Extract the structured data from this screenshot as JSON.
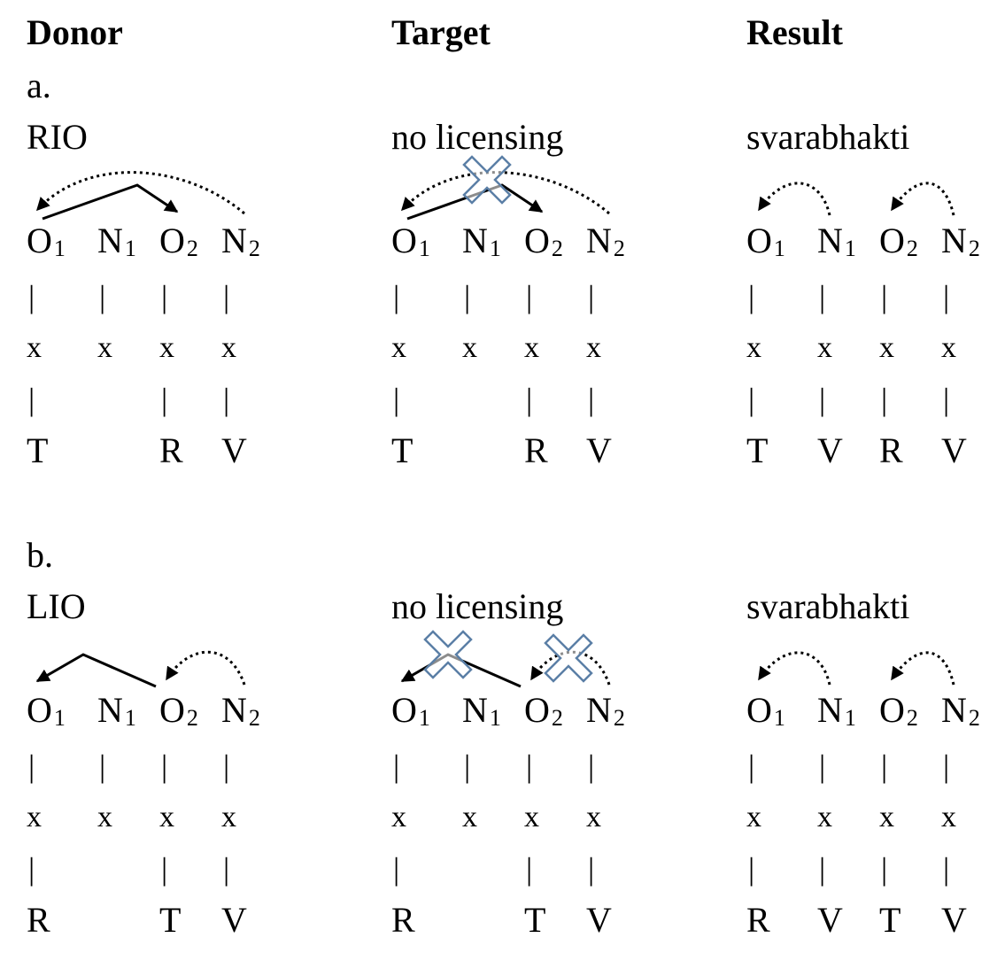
{
  "headers": {
    "donor": "Donor",
    "target": "Target",
    "result": "Result"
  },
  "sections": [
    {
      "letter": "a.",
      "donor": {
        "label": "RIO",
        "segments": [
          "T",
          "",
          "R",
          "V"
        ],
        "lines": [
          true,
          false,
          true,
          true
        ]
      },
      "target": {
        "label": "no licensing",
        "segments": [
          "T",
          "",
          "R",
          "V"
        ],
        "lines": [
          true,
          false,
          true,
          true
        ]
      },
      "result": {
        "label": "svarabhakti",
        "segments": [
          "T",
          "V",
          "R",
          "V"
        ],
        "lines": [
          true,
          true,
          true,
          true
        ]
      }
    },
    {
      "letter": "b.",
      "donor": {
        "label": "LIO",
        "segments": [
          "R",
          "",
          "T",
          "V"
        ],
        "lines": [
          true,
          false,
          true,
          true
        ]
      },
      "target": {
        "label": "no licensing",
        "segments": [
          "R",
          "",
          "T",
          "V"
        ],
        "lines": [
          true,
          false,
          true,
          true
        ]
      },
      "result": {
        "label": "svarabhakti",
        "segments": [
          "R",
          "V",
          "T",
          "V"
        ],
        "lines": [
          true,
          true,
          true,
          true
        ]
      }
    }
  ],
  "positions": [
    {
      "letter": "O",
      "index": "1"
    },
    {
      "letter": "N",
      "index": "1"
    },
    {
      "letter": "O",
      "index": "2"
    },
    {
      "letter": "N",
      "index": "2"
    }
  ],
  "skeleton_mark": "x",
  "association_line": "|"
}
